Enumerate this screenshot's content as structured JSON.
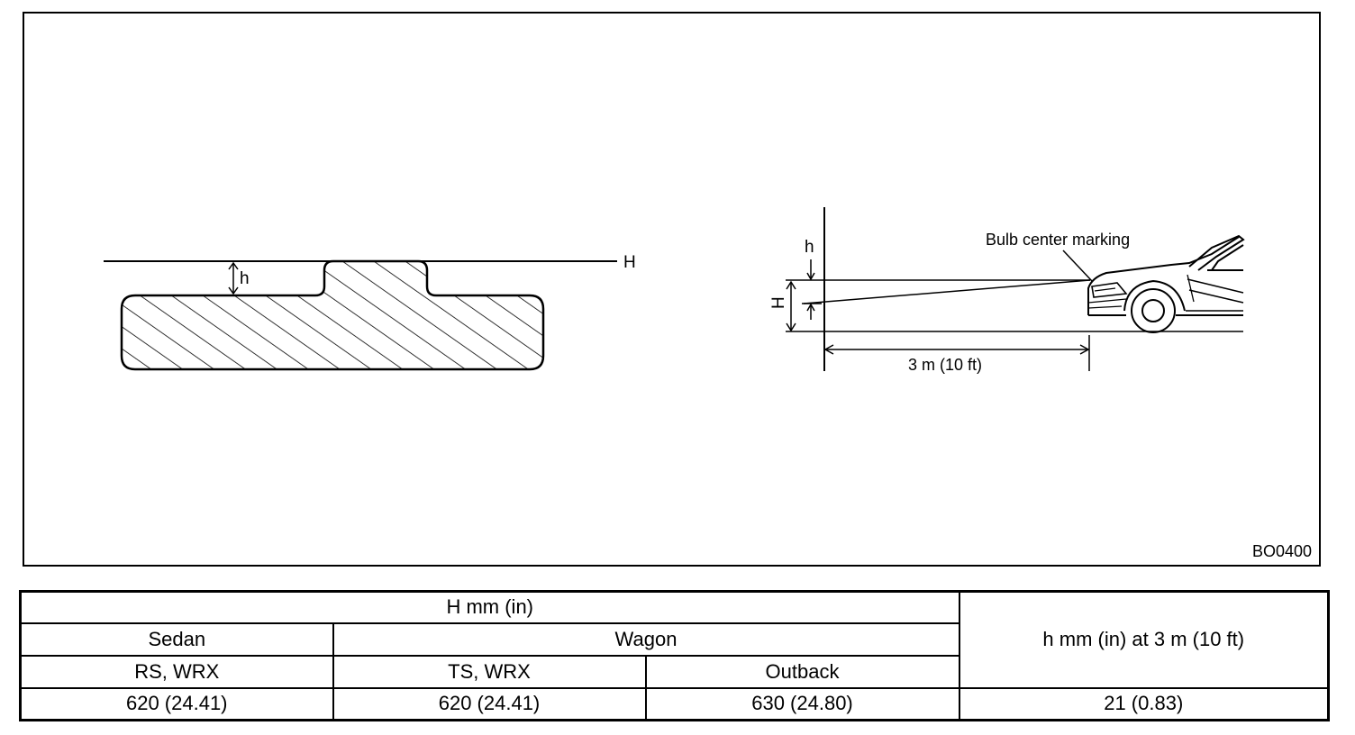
{
  "diagram": {
    "left_view": {
      "h_label": "h",
      "H_label": "H"
    },
    "right_view": {
      "h_label": "h",
      "H_label": "H",
      "bulb_label": "Bulb center marking",
      "distance_label": "3 m (10 ft)"
    },
    "figure_code": "BO0400"
  },
  "table": {
    "H_header": "H mm (in)",
    "h_header": "h mm (in) at 3 m (10 ft)",
    "groups": [
      "Sedan",
      "Wagon"
    ],
    "models": [
      "RS, WRX",
      "TS, WRX",
      "Outback"
    ],
    "values": [
      "620 (24.41)",
      "620 (24.41)",
      "630 (24.80)",
      "21 (0.83)"
    ]
  }
}
